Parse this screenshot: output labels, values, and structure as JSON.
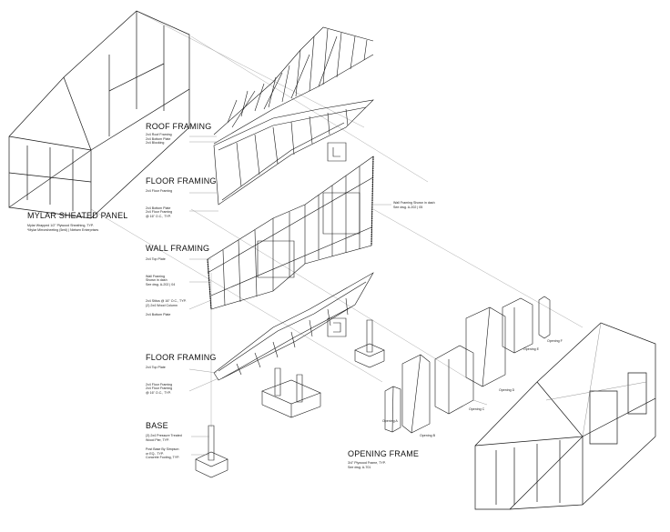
{
  "sections": {
    "roof": {
      "title": "ROOF FRAMING",
      "notes": [
        "2x4 Roof Framing",
        "2x4 Bottom Plate",
        "2x4 Blocking"
      ]
    },
    "floor_upper": {
      "title": "FLOOR FRAMING",
      "notes": [
        "2x4 Floor Framing",
        "2x4 Bottom Plate",
        "2x4 Floor Framing",
        "@ 16\" O.C., TYP."
      ]
    },
    "wall": {
      "title": "WALL FRAMING",
      "notes": [
        "2x4 Top Plate",
        "Wall Framing",
        "Shown in dash",
        "See dwg. A-202 | 04",
        "2x4 Stitus @ 16\" O.C., TYP.",
        "(2) 2x4 Wood Column",
        "2x4 Bottom Plate"
      ],
      "side_notes": [
        "Wall Framing Shown in dash",
        "See dwg. A-202 | 05"
      ]
    },
    "floor_lower": {
      "title": "FLOOR FRAMING",
      "notes": [
        "2x4 Top Plate",
        "2x4 Floor Framing",
        "2x4 Floor Framing",
        "@ 16\" O.C., TYP."
      ]
    },
    "base": {
      "title": "BASE",
      "notes": [
        "(3) 2x4 Pressure Treated",
        "Wood Pier, TYP.",
        "Post Base By Simpson",
        "or EQ., TYP.",
        "Concrete Footing, TYP."
      ]
    },
    "mylar": {
      "title": "MYLAR SHEATED PANEL",
      "notes": [
        "Mylar Wrapped 1/2\" Plywood Sheathing, TYP.",
        "*Mylar Mirrorsheeting (5mil) | Nielsen Enterprises"
      ]
    },
    "opening": {
      "title": "OPENING FRAME",
      "notes": [
        "3/4\" Plywood Frame, TYP.",
        "See dwg. A-701"
      ]
    }
  },
  "openings": [
    "Opening A",
    "Opening B",
    "Opening C",
    "Opening D",
    "Opening E",
    "Opening F"
  ],
  "colors": {
    "ink": "#1a1a1a",
    "fine": "#555555",
    "leader": "#888888"
  }
}
